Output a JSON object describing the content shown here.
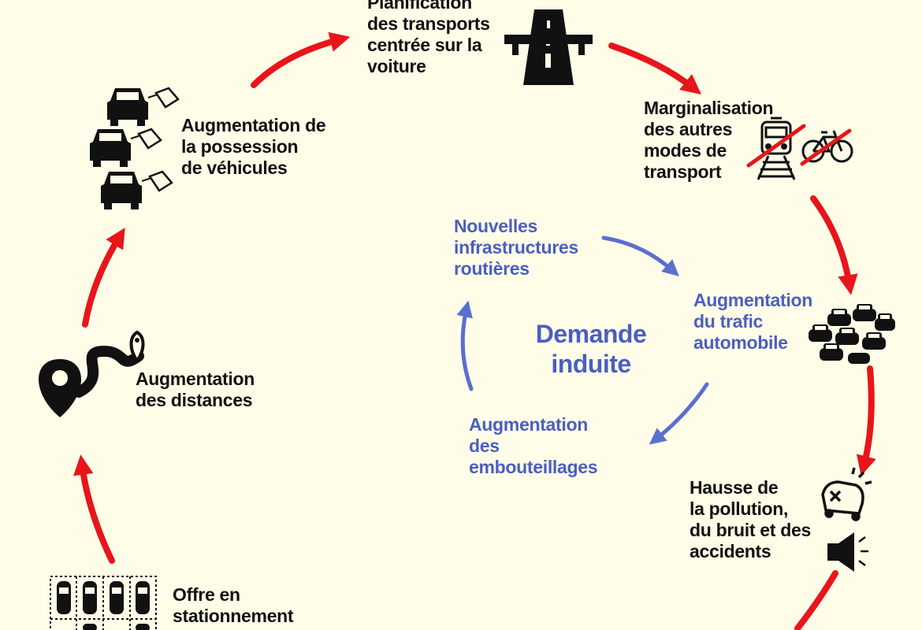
{
  "colors": {
    "background": "#fffde8",
    "loop_arrow": "#e8151b",
    "induced_arrow": "#5a6fd0",
    "induced_text": "#4a5fc1",
    "text": "#111111",
    "strike": "#e8151b"
  },
  "center": {
    "title_line1": "Demande",
    "title_line2": "induite"
  },
  "nodes": {
    "planning": {
      "line1": "Planification",
      "line2": "des transports",
      "line3": "centrée sur la",
      "line4": "voiture",
      "icon": "highway-icon"
    },
    "marginalisation": {
      "line1": "Marginalisation",
      "line2": "des autres",
      "line3": "modes de",
      "line4": "transport",
      "icons": [
        "train-crossed-icon",
        "bicycle-crossed-icon"
      ]
    },
    "traffic": {
      "line1": "Augmentation",
      "line2": "du trafic",
      "line3": "automobile",
      "icon": "traffic-jam-icon"
    },
    "pollution": {
      "line1": "Hausse de",
      "line2": "la pollution,",
      "line3": "du bruit et des",
      "line4": "accidents",
      "icons": [
        "crash-icon",
        "loudspeaker-icon"
      ]
    },
    "ownership": {
      "line1": "Augmentation de",
      "line2": "la possession",
      "line3": "de véhicules",
      "icon": "cars-price-tag-icon"
    },
    "distances": {
      "line1": "Augmentation",
      "line2": "des distances",
      "icon": "route-pin-icon"
    },
    "parking": {
      "line1": "Offre en",
      "line2": "stationnement",
      "icon": "parking-lot-icon"
    },
    "new_roads": {
      "line1": "Nouvelles",
      "line2": "infrastructures",
      "line3": "routières"
    },
    "congestion": {
      "line1": "Augmentation",
      "line2": "des",
      "line3": "embouteillages"
    }
  }
}
